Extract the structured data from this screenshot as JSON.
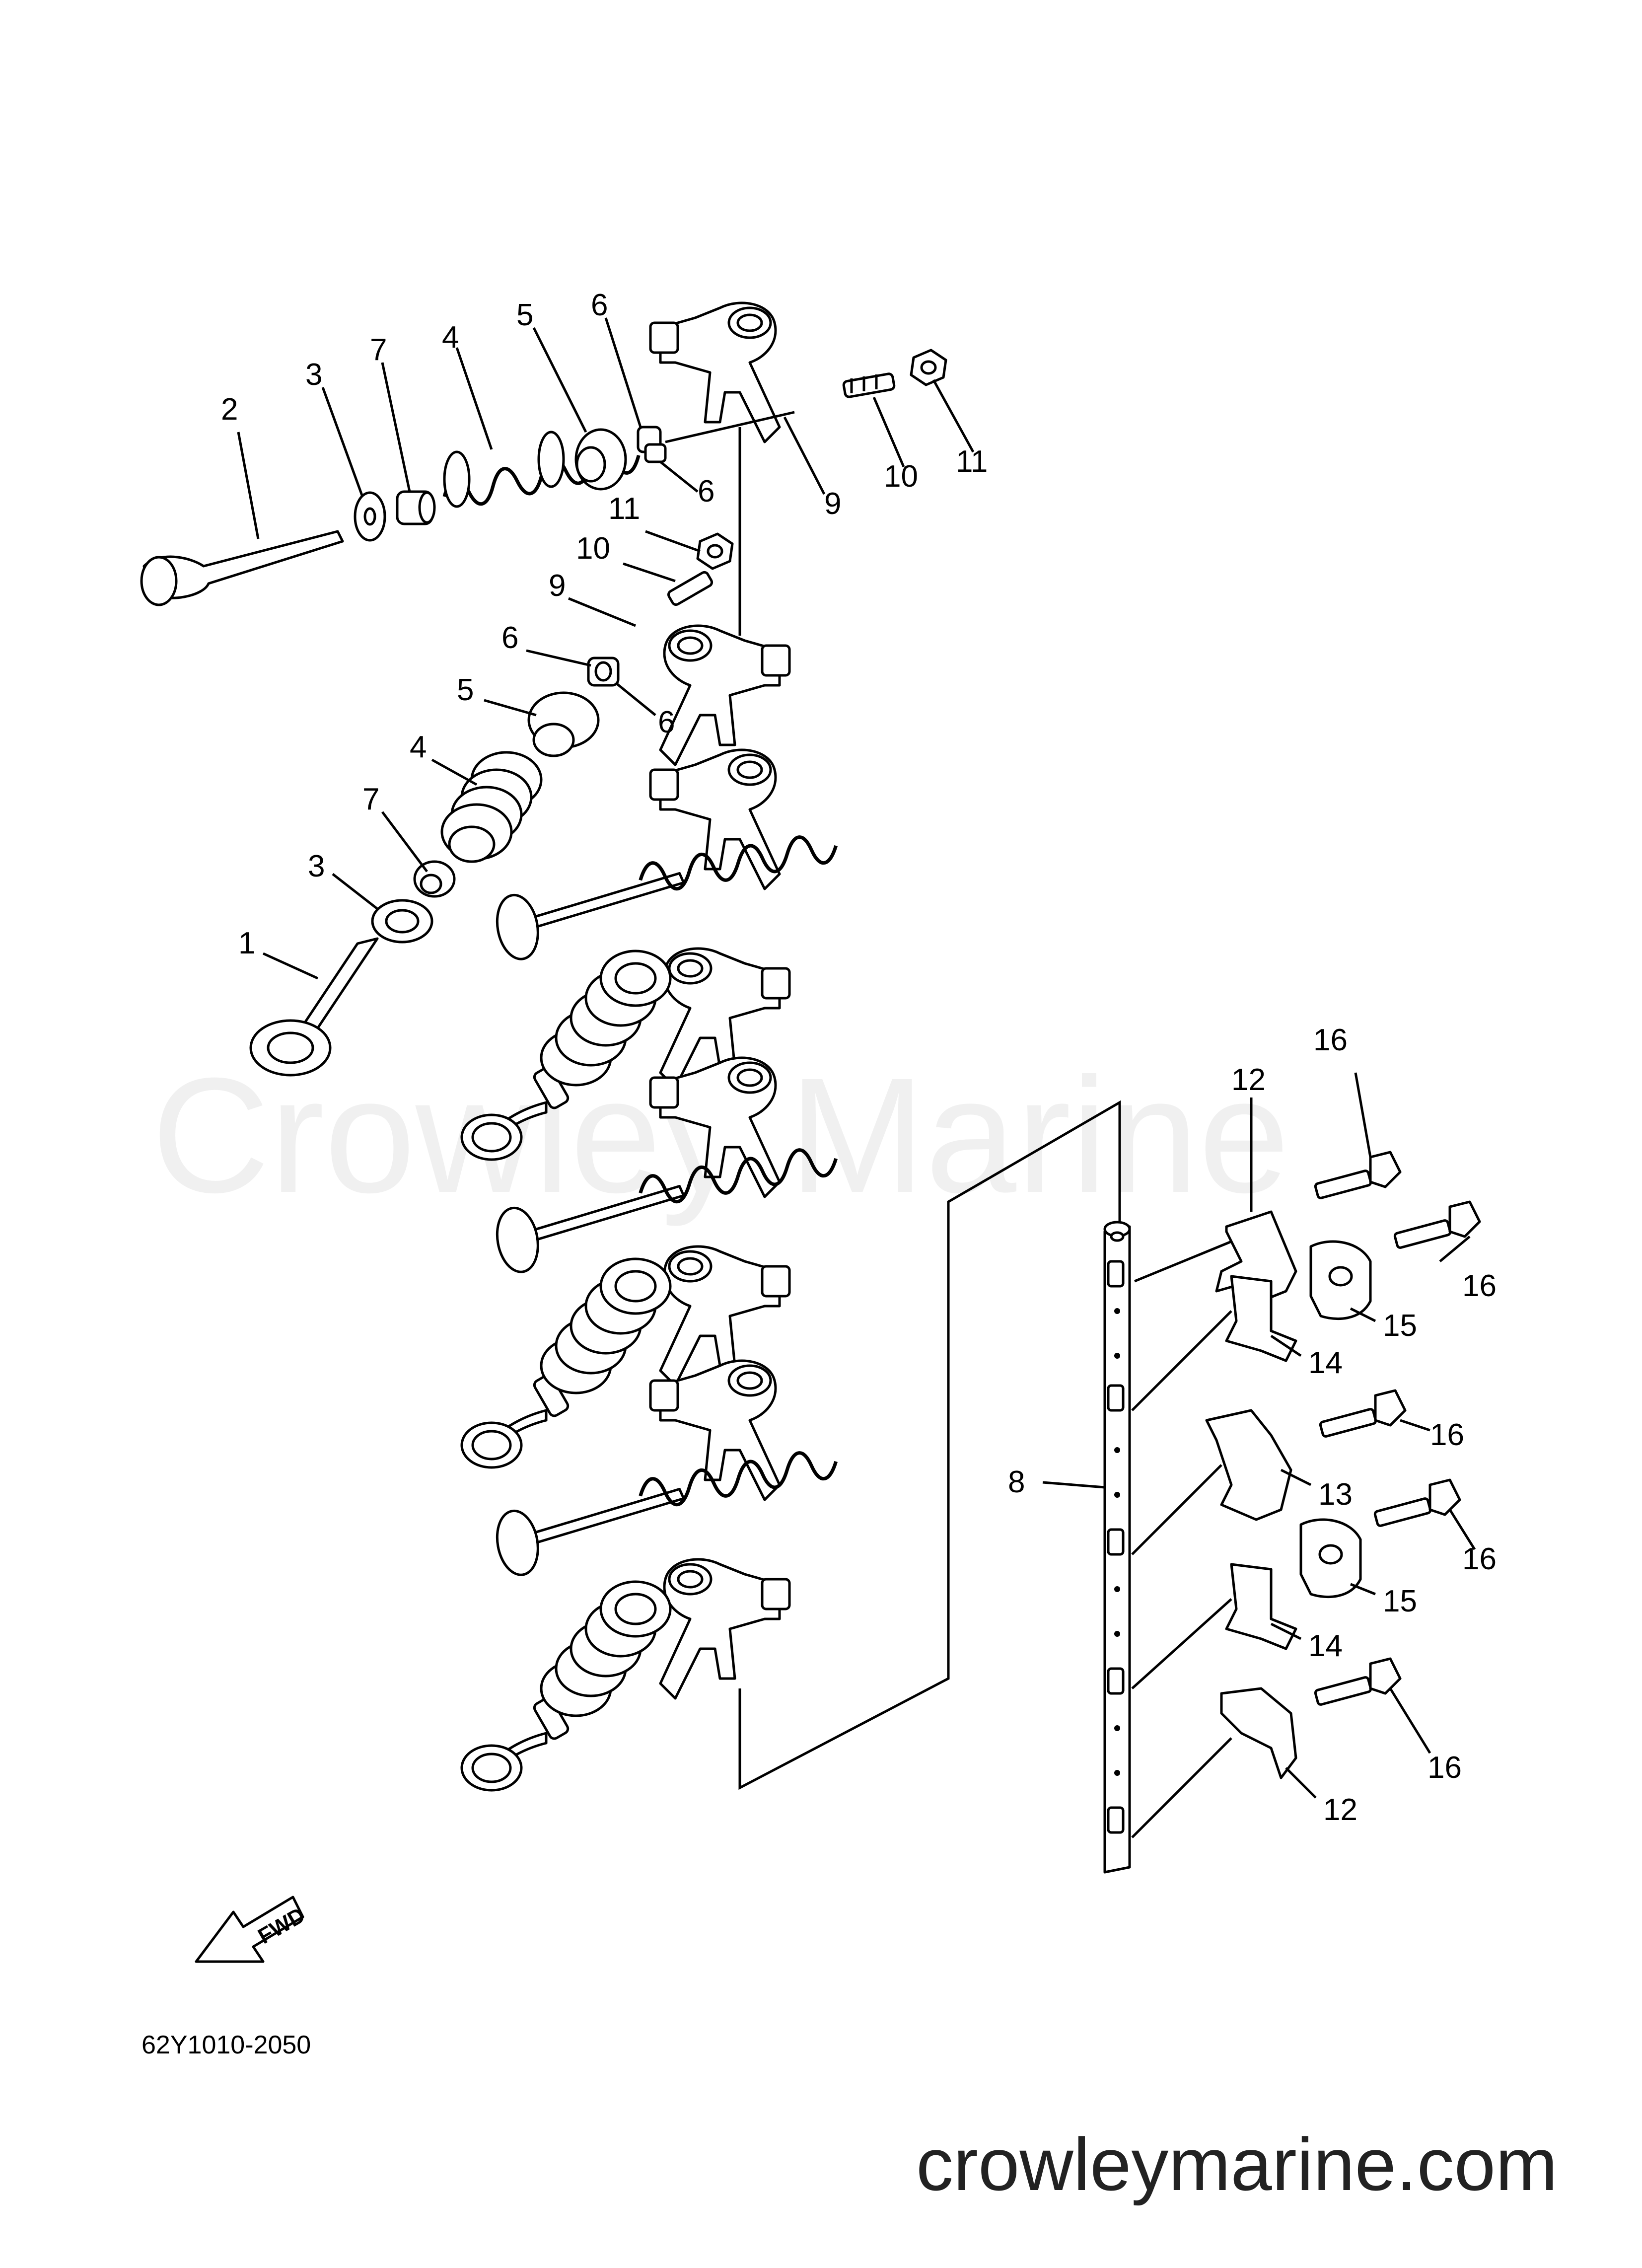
{
  "watermark": "Crowley Marine",
  "site": "crowleymarine.com",
  "diagram_code": "62Y1010-2050",
  "fwd_label": "FWD",
  "callouts": {
    "c1": "1",
    "c2": "2",
    "c3a": "3",
    "c3b": "3",
    "c4a": "4",
    "c4b": "4",
    "c5a": "5",
    "c5b": "5",
    "c6a": "6",
    "c6b": "6",
    "c6c": "6",
    "c6d": "6",
    "c7a": "7",
    "c7b": "7",
    "c8": "8",
    "c9a": "9",
    "c9b": "9",
    "c10a": "10",
    "c10b": "10",
    "c11a": "11",
    "c11b": "11",
    "c12a": "12",
    "c12b": "12",
    "c13": "13",
    "c14a": "14",
    "c14b": "14",
    "c15a": "15",
    "c15b": "15",
    "c16a": "16",
    "c16b": "16",
    "c16c": "16",
    "c16d": "16",
    "c16e": "16"
  }
}
